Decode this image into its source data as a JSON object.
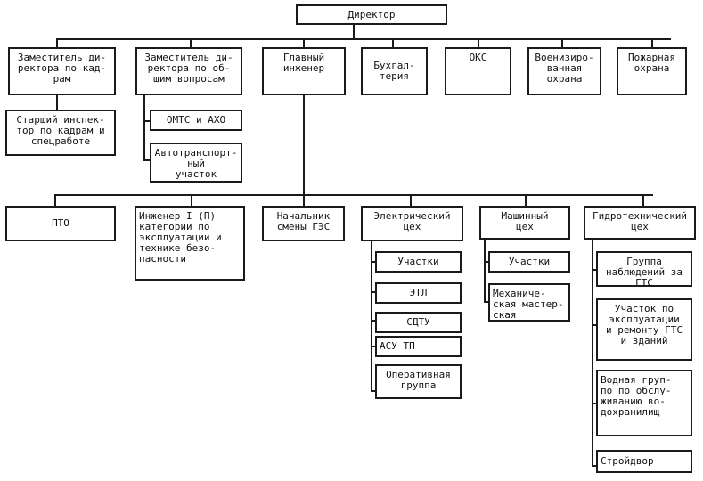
{
  "director": "Директор",
  "level1": [
    "Заместитель ди-\nректора по кад-\nрам",
    "Заместитель ди-\nректора по об-\nщим вопросам",
    "Главный\nинженер",
    "Бухгал-\nтерия",
    "ОКС",
    "Военизиро-\nванная\nохрана",
    "Пожарная\nохрана"
  ],
  "hr_sub": [
    "Старший инспек-\nтор по кадрам и\nспецработе"
  ],
  "general_sub": [
    "ОМТС и АХО",
    "Автотранспорт-\nный\nучасток"
  ],
  "level2": [
    "ПТО",
    "Инженер I (П)\nкатегории по\nэксплуатации и\nтехнике безо-\nпасности",
    "Начальник\nсмены ГЭС",
    "Электрический\nцех",
    "Машинный\nцех",
    "Гидротехнический\nцех"
  ],
  "electric_sub": [
    "Участки",
    "ЭТЛ",
    "СДТУ",
    "АСУ ТП",
    "Оперативная\nгруппа"
  ],
  "machine_sub": [
    "Участки",
    "Механиче-\nская мастер-\nская"
  ],
  "hydro_sub": [
    "Группа\nнаблюдений за\nГТС",
    "Участок по\nэксплуатации\nи ремонту ГТС\nи зданий",
    "Водная груп-\nпо по обслу-\nживанию во-\nдохранилищ",
    "Стройдвор"
  ]
}
